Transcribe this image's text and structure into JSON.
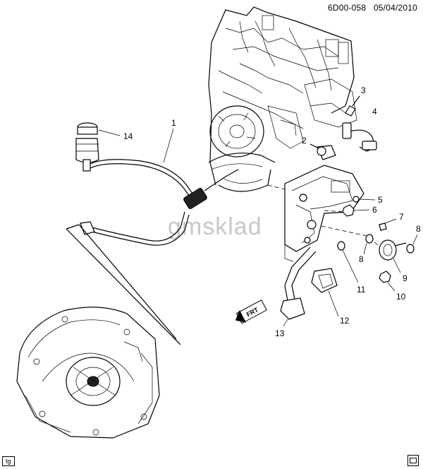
{
  "header": {
    "code": "6D00-058",
    "date": "05/04/2010"
  },
  "footer": {
    "tag": "tg"
  },
  "watermark": "gmsklad",
  "orientation_label": "FRT",
  "callouts": [
    {
      "id": "c1",
      "label": "1"
    },
    {
      "id": "c2",
      "label": "2"
    },
    {
      "id": "c3",
      "label": "3"
    },
    {
      "id": "c4",
      "label": "4"
    },
    {
      "id": "c5",
      "label": "5"
    },
    {
      "id": "c6",
      "label": "6"
    },
    {
      "id": "c7",
      "label": "7"
    },
    {
      "id": "c8a",
      "label": "8"
    },
    {
      "id": "c8b",
      "label": "8"
    },
    {
      "id": "c9",
      "label": "9"
    },
    {
      "id": "c10",
      "label": "10"
    },
    {
      "id": "c11",
      "label": "11"
    },
    {
      "id": "c12",
      "label": "12"
    },
    {
      "id": "c13",
      "label": "13"
    },
    {
      "id": "c14",
      "label": "14"
    }
  ]
}
